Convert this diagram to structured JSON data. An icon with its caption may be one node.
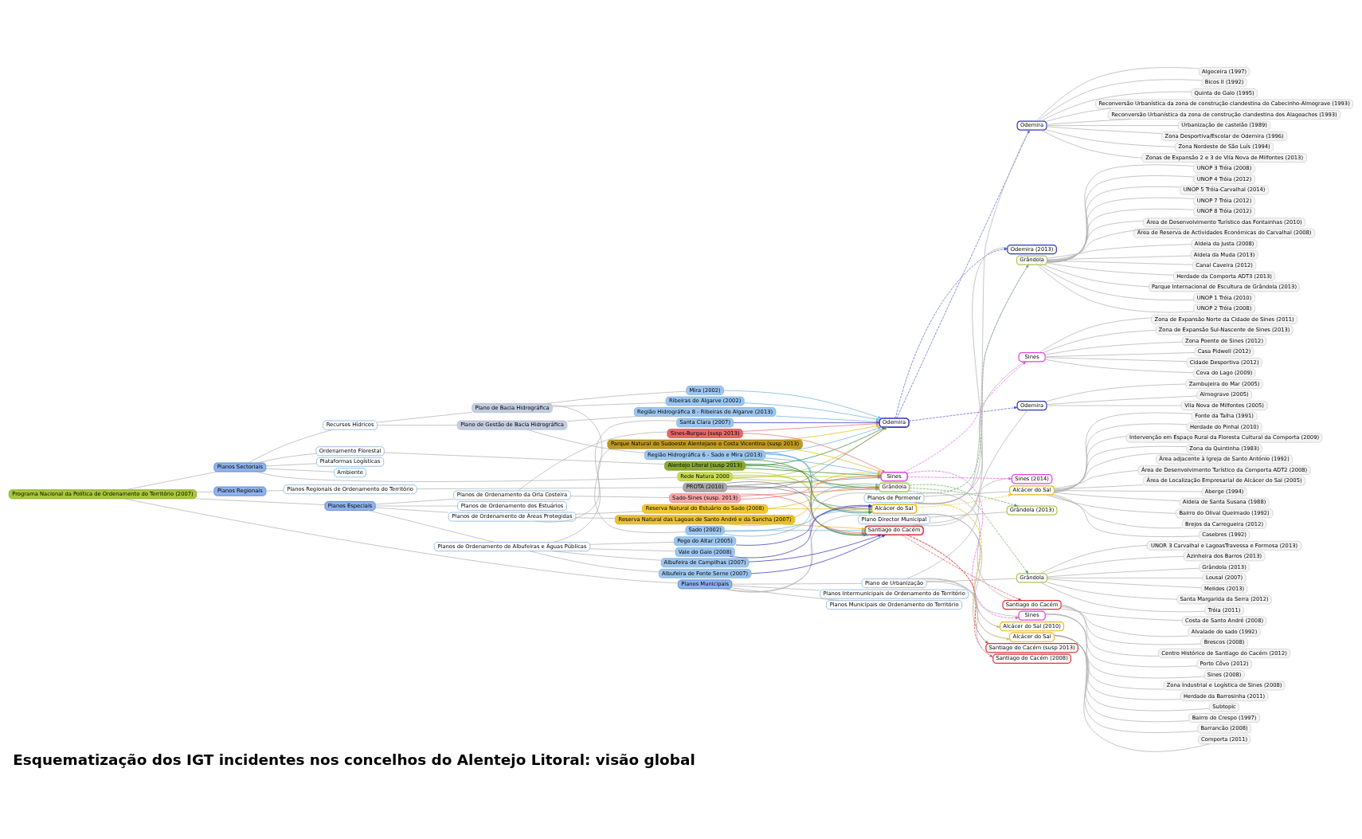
{
  "diagram": {
    "caption": "Esquematização dos IGT incidentes nos concelhos do Alentejo Litoral: visão global",
    "nodes": [
      {
        "text": [
          "Programa Nacional da Política de Ordenamento do Território (2007)"
        ]
      },
      {
        "text": [
          "Planos Sectoriais"
        ]
      },
      {
        "text": [
          "Planos Especiais"
        ]
      },
      {
        "text": [
          "Planos Regionais"
        ]
      },
      {
        "text": [
          "Planos Municipais"
        ]
      },
      {
        "text": [
          "Ambiente"
        ]
      },
      {
        "text": [
          "Rede Natura 2000"
        ]
      },
      {
        "text": [
          "Recursos Hídricos"
        ]
      },
      {
        "text": [
          "Plano de Bacia Hidrográfica"
        ]
      },
      {
        "text": [
          "Sado (2002)"
        ]
      },
      {
        "text": [
          "Mira (2002)"
        ]
      },
      {
        "text": [
          "Ribeiras do Algarve (2002)"
        ]
      },
      {
        "text": [
          "Plano de Gestão de Bacia Hidrográfica"
        ]
      },
      {
        "text": [
          "Região Hidrográfica 6 - Sado e Mira (2013)"
        ]
      },
      {
        "text": [
          "Região Hidrográfica 8 - Ribeiras do Algarve (2013)"
        ]
      },
      {
        "text": [
          "Ordenamento Florestal"
        ]
      },
      {
        "text": [
          "Alentejo Litoral (susp 2013)"
        ]
      },
      {
        "text": [
          "Plataformas Logísticas"
        ]
      },
      {
        "text": [
          "Planos de Ordenamento de Áreas Protegidas"
        ]
      },
      {
        "text": [
          "Reserva Natural do Estuário do Sado (2008)"
        ]
      },
      {
        "text": [
          "Parque Natural do Sudoeste Alentejano e Costa Vicentina (susp 2013)"
        ]
      },
      {
        "text": [
          "Reserva Natural das Lagoas de Santo André e da Sancha (2007)"
        ]
      },
      {
        "text": [
          "Planos de Ordenamento de Albufeiras e Águas Públicas"
        ]
      },
      {
        "text": [
          "Pego do Altar (2005)"
        ]
      },
      {
        "text": [
          "Vale do Gaio (2008)"
        ]
      },
      {
        "text": [
          "Santa Clara (2007)"
        ]
      },
      {
        "text": [
          "Albufeira de Campilhas (2007)"
        ]
      },
      {
        "text": [
          "Albufeira de Fonte Serne (2007)"
        ]
      },
      {
        "text": [
          "Planos de Ordenamento da Orla Costeira"
        ]
      },
      {
        "text": [
          "Sado-Sines (susp. 2013)"
        ]
      },
      {
        "text": [
          "Sines-Burgau (susp 2013)"
        ]
      },
      {
        "text": [
          "Planos de Ordenamento dos Estuários"
        ]
      },
      {
        "text": [
          "Planos Regionais de Ordenamento do Território"
        ]
      },
      {
        "text": [
          "PROTA (2010)"
        ]
      },
      {
        "text": [
          "Alcácer do Sal"
        ]
      },
      {
        "text": [
          "Grândola"
        ]
      },
      {
        "text": [
          "Odemira"
        ]
      },
      {
        "text": [
          "Santiago do Cacém"
        ]
      },
      {
        "text": [
          "Sines"
        ]
      },
      {
        "text": [
          "Planos Intermunicipais de Ordenamento do Território"
        ]
      },
      {
        "text": [
          "Planos Municipais de Ordenamento do Território"
        ]
      },
      {
        "text": [
          "Plano Director Municipal"
        ]
      },
      {
        "text": [
          "Alcácer do Sal (2010)"
        ]
      },
      {
        "text": [
          "Grândola (2013)"
        ]
      },
      {
        "text": [
          "Odemira (2013)"
        ]
      },
      {
        "text": [
          "Santiago do Cacém (susp 2013)"
        ]
      },
      {
        "text": [
          "Sines (2014)"
        ]
      },
      {
        "text": [
          "Plano de Urbanização"
        ]
      },
      {
        "text": [
          "Alcácer do Sal"
        ]
      },
      {
        "text": [
          "Bairro do Crespo (1997)"
        ]
      },
      {
        "text": [
          "Barrancão (2008)"
        ]
      },
      {
        "text": [
          "Comporta (2011)"
        ]
      },
      {
        "text": [
          "Herdade da Barrosinha (2011)"
        ]
      },
      {
        "text": [
          "Subtopic"
        ]
      },
      {
        "text": [
          "Grândola"
        ]
      },
      {
        "text": [
          "Azinheira dos Barros (2013)"
        ]
      },
      {
        "text": [
          "Grândola (2013)"
        ]
      },
      {
        "text": [
          "Lousal (2007)"
        ]
      },
      {
        "text": [
          "Melides (2013)"
        ]
      },
      {
        "text": [
          "Santa Margarida da Serra (2012)"
        ]
      },
      {
        "text": [
          "Tróia (2011)"
        ]
      },
      {
        "text": [
          "UNOR 3 Carvalhal e LagoasTravessa e Formosa (2013)"
        ]
      },
      {
        "text": [
          "Odemira"
        ]
      },
      {
        "text": [
          "Almograve (2005)"
        ]
      },
      {
        "text": [
          "Vila Nova de Milfontes (2005)"
        ]
      },
      {
        "text": [
          "Zambujeira do Mar (2005)"
        ]
      },
      {
        "text": [
          "Santiago do Cacém (2008)"
        ]
      },
      {
        "text": [
          "Sines"
        ]
      },
      {
        "text": [
          "Porto Côvo (2012)"
        ]
      },
      {
        "text": [
          "Sines (2008)"
        ]
      },
      {
        "text": [
          "Zona Industrial e Logística de Sines (2008)"
        ]
      },
      {
        "text": [
          "Planos de Pormenor"
        ]
      },
      {
        "text": [
          "Alcácer do Sal"
        ]
      },
      {
        "text": [
          "Aberge (1994)"
        ]
      },
      {
        "text": [
          "Aldeia de Santa Susana (1988)"
        ]
      },
      {
        "text": [
          "Bairro do Olival Queimado (1992)"
        ]
      },
      {
        "text": [
          "Brejos da Carregueira (2012)"
        ]
      },
      {
        "text": [
          "Casebres (1992)"
        ]
      },
      {
        "text": [
          "Fonte da Talha (1991)"
        ]
      },
      {
        "text": [
          "Herdade do Pinhal (2010)"
        ]
      },
      {
        "text": [
          "Intervenção em Espaço Rural da Floresta Cultural da Comporta (2009)"
        ]
      },
      {
        "text": [
          "Zona da Quintinha (1983)"
        ]
      },
      {
        "text": [
          "Área adjacente à Igreja de Santo António (1992)"
        ]
      },
      {
        "text": [
          "Área de Desenvolvimento Turístico da Comporta ADT2 (2008)"
        ]
      },
      {
        "text": [
          "Área de Localização Empresarial de Alcácer do Sal (2005)"
        ]
      },
      {
        "text": [
          "Grândola"
        ]
      },
      {
        "text": [
          "Aldeia da Justa (2008)"
        ]
      },
      {
        "text": [
          "Aldeia da Muda (2013)"
        ]
      },
      {
        "text": [
          "Canal Caveira (2012)"
        ]
      },
      {
        "text": [
          "Herdade da Comporta ADT3 (2013)"
        ]
      },
      {
        "text": [
          "Parque Internacional de Escultura de Grândola (2013)"
        ]
      },
      {
        "text": [
          "UNOP 1 Tróia (2010)"
        ]
      },
      {
        "text": [
          "UNOP 2 Tróia (2008)"
        ]
      },
      {
        "text": [
          "UNOP 3 Tróia (2008)"
        ]
      },
      {
        "text": [
          "UNOP 4 Tróia (2012)"
        ]
      },
      {
        "text": [
          "UNOP 5 Tróia-Carvalhal (2014)"
        ]
      },
      {
        "text": [
          "UNOP 7 Tróia (2012)"
        ]
      },
      {
        "text": [
          "UNOP 8 Tróia (2012)"
        ]
      },
      {
        "text": [
          "Área de Desenvolvimento Turístico das Fontainhas (2010)"
        ]
      },
      {
        "text": [
          "Área de Reserva de Actividades Económicas do Carvalhal (2008)"
        ]
      },
      {
        "text": [
          "Odemira"
        ]
      },
      {
        "text": [
          "Algoceira (1997)"
        ]
      },
      {
        "text": [
          "Bicos II (1992)"
        ]
      },
      {
        "text": [
          "Quinta do Galo (1995)"
        ]
      },
      {
        "text": [
          "Reconversão Urbanística da zona de construção clandestina do Cabecinho-Almograve (1993)"
        ]
      },
      {
        "text": [
          "Reconversão Urbanística da zona de construção clandestina dos Alagoachos (1993)"
        ]
      },
      {
        "text": [
          "Urbanização de castelão (1989)"
        ]
      },
      {
        "text": [
          "Zona Desportiva/Escolar de Odemira (1996)"
        ]
      },
      {
        "text": [
          "Zona Nordeste de São Luís (1994)"
        ]
      },
      {
        "text": [
          "Zonas de Expansão 2 e 3 de Vila Nova de Milfontes (2013)"
        ]
      },
      {
        "text": [
          "Santiago do Cacém"
        ]
      },
      {
        "text": [
          "Alvalade do sado (1992)"
        ]
      },
      {
        "text": [
          "Brescos (2008)"
        ]
      },
      {
        "text": [
          "Centro Histórico de Santiago do Cacém (2012)"
        ]
      },
      {
        "text": [
          "Costa de Santo André (2008)"
        ]
      },
      {
        "text": [
          "Sines"
        ]
      },
      {
        "text": [
          "Casa Pidwell (2012)"
        ]
      },
      {
        "text": [
          "Cidade Desportiva (2012)"
        ]
      },
      {
        "text": [
          "Cova do Lago (2009)"
        ]
      },
      {
        "text": [
          "Zona de Expansão Norte da Cidade de Sines (2011)"
        ]
      },
      {
        "text": [
          "Zona de Expansão Sul-Nascente de Sines (2013)"
        ]
      },
      {
        "text": [
          "Zona Poente de Sines (2012)"
        ]
      }
    ],
    "edges": [
      {
        "from": 0,
        "to": 1,
        "arrow": "none"
      },
      {
        "from": 0,
        "to": 2,
        "arrow": "none"
      },
      {
        "from": 0,
        "to": 3,
        "arrow": "none"
      },
      {
        "from": 0,
        "to": 4,
        "arrow": "none"
      },
      {
        "from": 1,
        "to": 5,
        "arrow": "none"
      },
      {
        "from": 1,
        "to": 6,
        "arrow": "none"
      },
      {
        "from": 1,
        "to": 7,
        "arrow": "none"
      },
      {
        "from": 1,
        "to": 15,
        "arrow": "none"
      },
      {
        "from": 1,
        "to": 17,
        "arrow": "none"
      },
      {
        "from": 7,
        "to": 8,
        "arrow": "none"
      },
      {
        "from": 7,
        "to": 12,
        "arrow": "none"
      },
      {
        "from": 8,
        "to": 9,
        "arrow": "none"
      },
      {
        "from": 8,
        "to": 10,
        "arrow": "none"
      },
      {
        "from": 8,
        "to": 11,
        "arrow": "none"
      },
      {
        "from": 12,
        "to": 13,
        "arrow": "none"
      },
      {
        "from": 12,
        "to": 14,
        "arrow": "none"
      },
      {
        "from": 15,
        "to": 16,
        "arrow": "none"
      },
      {
        "from": 2,
        "to": 18,
        "arrow": "none"
      },
      {
        "from": 2,
        "to": 22,
        "arrow": "none"
      },
      {
        "from": 2,
        "to": 28,
        "arrow": "none"
      },
      {
        "from": 2,
        "to": 31,
        "arrow": "none"
      },
      {
        "from": 18,
        "to": 19,
        "arrow": "none"
      },
      {
        "from": 18,
        "to": 20,
        "arrow": "none"
      },
      {
        "from": 18,
        "to": 21,
        "arrow": "none"
      },
      {
        "from": 22,
        "to": 23,
        "arrow": "none"
      },
      {
        "from": 22,
        "to": 24,
        "arrow": "none"
      },
      {
        "from": 22,
        "to": 25,
        "arrow": "none"
      },
      {
        "from": 22,
        "to": 26,
        "arrow": "none"
      },
      {
        "from": 22,
        "to": 27,
        "arrow": "none"
      },
      {
        "from": 28,
        "to": 29,
        "arrow": "none"
      },
      {
        "from": 28,
        "to": 30,
        "arrow": "none"
      },
      {
        "from": 3,
        "to": 32,
        "arrow": "none"
      },
      {
        "from": 32,
        "to": 33,
        "arrow": "none"
      },
      {
        "from": 4,
        "to": 39,
        "arrow": "none"
      },
      {
        "from": 4,
        "to": 40,
        "arrow": "none"
      },
      {
        "from": 4,
        "to": 41,
        "arrow": "none"
      },
      {
        "from": 4,
        "to": 47,
        "arrow": "none"
      },
      {
        "from": 4,
        "to": 71,
        "arrow": "none"
      },
      {
        "from": 41,
        "to": 42,
        "arrow": "none"
      },
      {
        "from": 41,
        "to": 43,
        "arrow": "none"
      },
      {
        "from": 41,
        "to": 44,
        "arrow": "none"
      },
      {
        "from": 41,
        "to": 45,
        "arrow": "none"
      },
      {
        "from": 41,
        "to": 46,
        "arrow": "none"
      },
      {
        "from": 47,
        "to": 48,
        "arrow": "none"
      },
      {
        "from": 48,
        "to": 49,
        "arrow": "none"
      },
      {
        "from": 48,
        "to": 50,
        "arrow": "none"
      },
      {
        "from": 48,
        "to": 51,
        "arrow": "none"
      },
      {
        "from": 48,
        "to": 52,
        "arrow": "none"
      },
      {
        "from": 48,
        "to": 53,
        "arrow": "none"
      },
      {
        "from": 47,
        "to": 54,
        "arrow": "none"
      },
      {
        "from": 54,
        "to": 55,
        "arrow": "none"
      },
      {
        "from": 54,
        "to": 56,
        "arrow": "none"
      },
      {
        "from": 54,
        "to": 57,
        "arrow": "none"
      },
      {
        "from": 54,
        "to": 58,
        "arrow": "none"
      },
      {
        "from": 54,
        "to": 59,
        "arrow": "none"
      },
      {
        "from": 54,
        "to": 60,
        "arrow": "none"
      },
      {
        "from": 54,
        "to": 61,
        "arrow": "none"
      },
      {
        "from": 47,
        "to": 62,
        "arrow": "none"
      },
      {
        "from": 62,
        "to": 63,
        "arrow": "none"
      },
      {
        "from": 62,
        "to": 64,
        "arrow": "none"
      },
      {
        "from": 62,
        "to": 65,
        "arrow": "none"
      },
      {
        "from": 47,
        "to": 66,
        "arrow": "none"
      },
      {
        "from": 47,
        "to": 67,
        "arrow": "none"
      },
      {
        "from": 67,
        "to": 68,
        "arrow": "none"
      },
      {
        "from": 67,
        "to": 69,
        "arrow": "none"
      },
      {
        "from": 67,
        "to": 70,
        "arrow": "none"
      },
      {
        "from": 71,
        "to": 72,
        "arrow": "none"
      },
      {
        "from": 72,
        "to": 73,
        "arrow": "none"
      },
      {
        "from": 72,
        "to": 74,
        "arrow": "none"
      },
      {
        "from": 72,
        "to": 75,
        "arrow": "none"
      },
      {
        "from": 72,
        "to": 76,
        "arrow": "none"
      },
      {
        "from": 72,
        "to": 77,
        "arrow": "none"
      },
      {
        "from": 72,
        "to": 78,
        "arrow": "none"
      },
      {
        "from": 72,
        "to": 79,
        "arrow": "none"
      },
      {
        "from": 72,
        "to": 80,
        "arrow": "none"
      },
      {
        "from": 72,
        "to": 81,
        "arrow": "none"
      },
      {
        "from": 72,
        "to": 82,
        "arrow": "none"
      },
      {
        "from": 72,
        "to": 83,
        "arrow": "none"
      },
      {
        "from": 72,
        "to": 84,
        "arrow": "none"
      },
      {
        "from": 71,
        "to": 85,
        "arrow": "none"
      },
      {
        "from": 85,
        "to": 86,
        "arrow": "none"
      },
      {
        "from": 85,
        "to": 87,
        "arrow": "none"
      },
      {
        "from": 85,
        "to": 88,
        "arrow": "none"
      },
      {
        "from": 85,
        "to": 89,
        "arrow": "none"
      },
      {
        "from": 85,
        "to": 90,
        "arrow": "none"
      },
      {
        "from": 85,
        "to": 91,
        "arrow": "none"
      },
      {
        "from": 85,
        "to": 92,
        "arrow": "none"
      },
      {
        "from": 85,
        "to": 93,
        "arrow": "none"
      },
      {
        "from": 85,
        "to": 94,
        "arrow": "none"
      },
      {
        "from": 85,
        "to": 95,
        "arrow": "none"
      },
      {
        "from": 85,
        "to": 96,
        "arrow": "none"
      },
      {
        "from": 85,
        "to": 97,
        "arrow": "none"
      },
      {
        "from": 85,
        "to": 98,
        "arrow": "none"
      },
      {
        "from": 85,
        "to": 99,
        "arrow": "none"
      },
      {
        "from": 71,
        "to": 100,
        "arrow": "none"
      },
      {
        "from": 100,
        "to": 101,
        "arrow": "none"
      },
      {
        "from": 100,
        "to": 102,
        "arrow": "none"
      },
      {
        "from": 100,
        "to": 103,
        "arrow": "none"
      },
      {
        "from": 100,
        "to": 104,
        "arrow": "none"
      },
      {
        "from": 100,
        "to": 105,
        "arrow": "none"
      },
      {
        "from": 100,
        "to": 106,
        "arrow": "none"
      },
      {
        "from": 100,
        "to": 107,
        "arrow": "none"
      },
      {
        "from": 100,
        "to": 108,
        "arrow": "none"
      },
      {
        "from": 100,
        "to": 109,
        "arrow": "none"
      },
      {
        "from": 71,
        "to": 110,
        "arrow": "none"
      },
      {
        "from": 110,
        "to": 111,
        "arrow": "none"
      },
      {
        "from": 110,
        "to": 112,
        "arrow": "none"
      },
      {
        "from": 110,
        "to": 113,
        "arrow": "none"
      },
      {
        "from": 110,
        "to": 114,
        "arrow": "none"
      },
      {
        "from": 71,
        "to": 115,
        "arrow": "none"
      },
      {
        "from": 115,
        "to": 116,
        "arrow": "none"
      },
      {
        "from": 115,
        "to": 117,
        "arrow": "none"
      },
      {
        "from": 115,
        "to": 118,
        "arrow": "none"
      },
      {
        "from": 115,
        "to": 119,
        "arrow": "none"
      },
      {
        "from": 115,
        "to": 120,
        "arrow": "none"
      },
      {
        "from": 115,
        "to": 121,
        "arrow": "none"
      },
      {
        "from": 6,
        "to": 34,
        "arrow": "to",
        "color": "#b5cc3a"
      },
      {
        "from": 6,
        "to": 35,
        "arrow": "to",
        "color": "#b5cc3a"
      },
      {
        "from": 6,
        "to": 36,
        "arrow": "to",
        "color": "#b5cc3a"
      },
      {
        "from": 6,
        "to": 37,
        "arrow": "to",
        "color": "#b5cc3a"
      },
      {
        "from": 6,
        "to": 38,
        "arrow": "to",
        "color": "#b5cc3a"
      },
      {
        "from": 9,
        "to": 34,
        "arrow": "to",
        "color": "#6aaee0"
      },
      {
        "from": 9,
        "to": 35,
        "arrow": "to",
        "color": "#6aaee0"
      },
      {
        "from": 9,
        "to": 37,
        "arrow": "to",
        "color": "#6aaee0"
      },
      {
        "from": 10,
        "to": 36,
        "arrow": "to",
        "color": "#6aaee0"
      },
      {
        "from": 11,
        "to": 36,
        "arrow": "to",
        "color": "#6aaee0"
      },
      {
        "from": 13,
        "to": 34,
        "arrow": "to",
        "color": "#6aaee0"
      },
      {
        "from": 13,
        "to": 35,
        "arrow": "to",
        "color": "#6aaee0"
      },
      {
        "from": 13,
        "to": 36,
        "arrow": "to",
        "color": "#6aaee0"
      },
      {
        "from": 13,
        "to": 37,
        "arrow": "to",
        "color": "#6aaee0"
      },
      {
        "from": 13,
        "to": 38,
        "arrow": "to",
        "color": "#6aaee0"
      },
      {
        "from": 14,
        "to": 36,
        "arrow": "to",
        "color": "#6aaee0"
      },
      {
        "from": 16,
        "to": 34,
        "arrow": "to",
        "color": "#3a8a3a"
      },
      {
        "from": 16,
        "to": 35,
        "arrow": "to",
        "color": "#3a8a3a"
      },
      {
        "from": 16,
        "to": 36,
        "arrow": "to",
        "color": "#3a8a3a"
      },
      {
        "from": 16,
        "to": 37,
        "arrow": "to",
        "color": "#3a8a3a"
      },
      {
        "from": 16,
        "to": 38,
        "arrow": "to",
        "color": "#3a8a3a"
      },
      {
        "from": 19,
        "to": 34,
        "arrow": "to",
        "color": "#e6b820"
      },
      {
        "from": 19,
        "to": 35,
        "arrow": "to",
        "color": "#e6b820"
      },
      {
        "from": 20,
        "to": 36,
        "arrow": "to",
        "color": "#e6b820"
      },
      {
        "from": 20,
        "to": 38,
        "arrow": "to",
        "color": "#e6b820"
      },
      {
        "from": 21,
        "to": 37,
        "arrow": "to",
        "color": "#e6b820"
      },
      {
        "from": 21,
        "to": 38,
        "arrow": "to",
        "color": "#e6b820"
      },
      {
        "from": 23,
        "to": 34,
        "arrow": "to",
        "color": "#3333bb"
      },
      {
        "from": 24,
        "to": 34,
        "arrow": "to",
        "color": "#3333bb"
      },
      {
        "from": 25,
        "to": 36,
        "arrow": "to",
        "color": "#3333bb"
      },
      {
        "from": 26,
        "to": 37,
        "arrow": "to",
        "color": "#3333bb"
      },
      {
        "from": 27,
        "to": 37,
        "arrow": "to",
        "color": "#3333bb"
      },
      {
        "from": 29,
        "to": 35,
        "arrow": "to",
        "color": "#e87070"
      },
      {
        "from": 29,
        "to": 37,
        "arrow": "to",
        "color": "#e87070"
      },
      {
        "from": 29,
        "to": 38,
        "arrow": "to",
        "color": "#e87070"
      },
      {
        "from": 30,
        "to": 36,
        "arrow": "to",
        "color": "#e87070"
      },
      {
        "from": 30,
        "to": 38,
        "arrow": "to",
        "color": "#e87070"
      },
      {
        "from": 33,
        "to": 34,
        "arrow": "to",
        "color": "#808080"
      },
      {
        "from": 33,
        "to": 35,
        "arrow": "to",
        "color": "#808080"
      },
      {
        "from": 33,
        "to": 36,
        "arrow": "to",
        "color": "#808080"
      },
      {
        "from": 33,
        "to": 37,
        "arrow": "to",
        "color": "#808080"
      },
      {
        "from": 33,
        "to": 38,
        "arrow": "to",
        "color": "#808080"
      },
      {
        "from": 34,
        "to": 42,
        "arrow": "to",
        "style": "dashed",
        "color": "#e8c830"
      },
      {
        "from": 34,
        "to": 48,
        "arrow": "to",
        "style": "dashed",
        "color": "#e8c830"
      },
      {
        "from": 34,
        "to": 72,
        "arrow": "to",
        "style": "dashed",
        "color": "#e8c830"
      },
      {
        "from": 35,
        "to": 43,
        "arrow": "to",
        "style": "dashed",
        "color": "#4a9a4a"
      },
      {
        "from": 35,
        "to": 54,
        "arrow": "to",
        "style": "dashed",
        "color": "#4a9a4a"
      },
      {
        "from": 35,
        "to": 85,
        "arrow": "to",
        "style": "dashed",
        "color": "#4a9a4a"
      },
      {
        "from": 36,
        "to": 44,
        "arrow": "to",
        "style": "dashed",
        "color": "#3344cc"
      },
      {
        "from": 36,
        "to": 62,
        "arrow": "to",
        "style": "dashed",
        "color": "#3344cc"
      },
      {
        "from": 36,
        "to": 100,
        "arrow": "to",
        "style": "dashed",
        "color": "#3344cc"
      },
      {
        "from": 37,
        "to": 45,
        "arrow": "to",
        "style": "dashed",
        "color": "#e03030"
      },
      {
        "from": 37,
        "to": 66,
        "arrow": "to",
        "style": "dashed",
        "color": "#e03030"
      },
      {
        "from": 37,
        "to": 110,
        "arrow": "to",
        "style": "dashed",
        "color": "#e03030"
      },
      {
        "from": 38,
        "to": 46,
        "arrow": "to",
        "style": "dashed",
        "color": "#e040e0"
      },
      {
        "from": 38,
        "to": 67,
        "arrow": "to",
        "style": "dashed",
        "color": "#e040e0"
      },
      {
        "from": 38,
        "to": 115,
        "arrow": "to",
        "style": "dashed",
        "color": "#e040e0"
      }
    ]
  }
}
